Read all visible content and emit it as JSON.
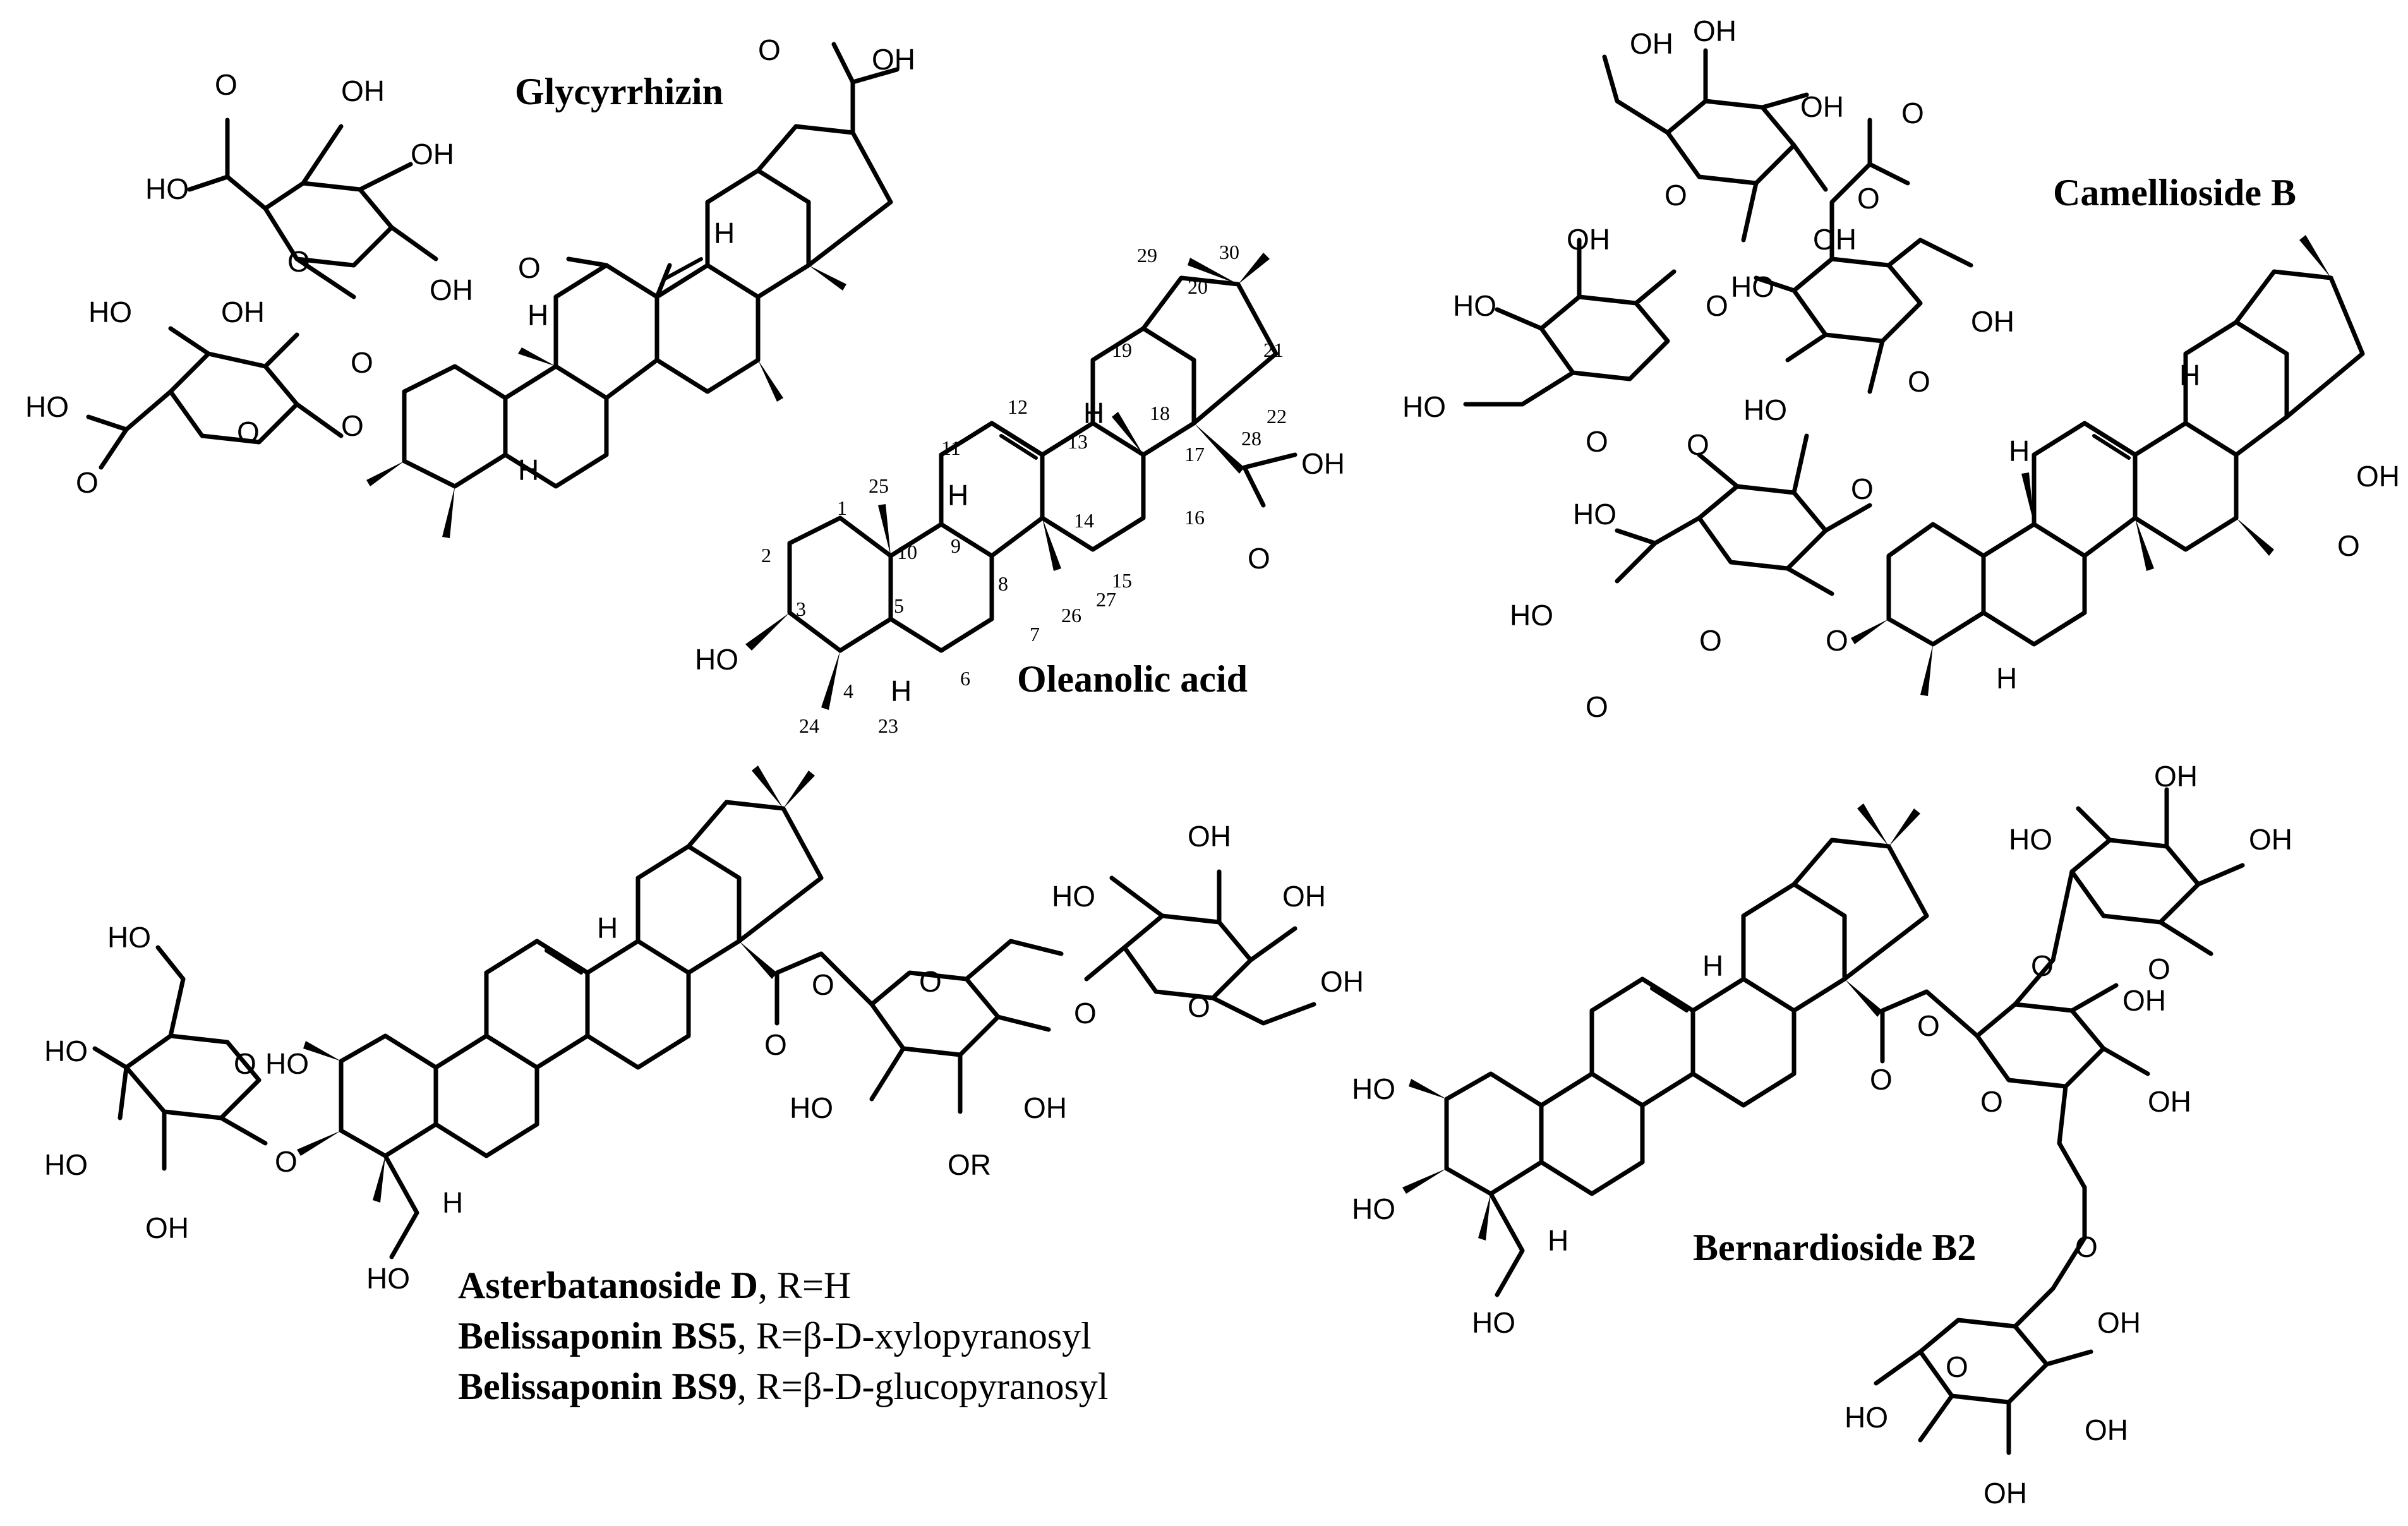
{
  "compounds": {
    "glycyrrhizin": {
      "name": "Glycyrrhizin"
    },
    "oleanolic": {
      "name": "Oleanolic acid"
    },
    "camellioside": {
      "name": "Camellioside B"
    },
    "asterbatanoside": {
      "lines": [
        {
          "bold": "Asterbatanoside D",
          "rest": ", R=H"
        },
        {
          "bold": "Belissaponin BS5",
          "rest": ", R=β-D-xylopyranosyl"
        },
        {
          "bold": "Belissaponin BS9",
          "rest": ", R=β-D-glucopyranosyl"
        }
      ],
      "substituent": "OR"
    },
    "bernardioside": {
      "name": "Bernardioside B2"
    }
  },
  "atoms": {
    "oh": "OH",
    "ho": "HO",
    "o": "O",
    "h": "H"
  },
  "numbering": [
    "1",
    "2",
    "3",
    "4",
    "5",
    "6",
    "7",
    "8",
    "9",
    "10",
    "11",
    "12",
    "13",
    "14",
    "15",
    "16",
    "17",
    "18",
    "19",
    "20",
    "21",
    "22",
    "23",
    "24",
    "25",
    "26",
    "27",
    "28",
    "29",
    "30"
  ]
}
